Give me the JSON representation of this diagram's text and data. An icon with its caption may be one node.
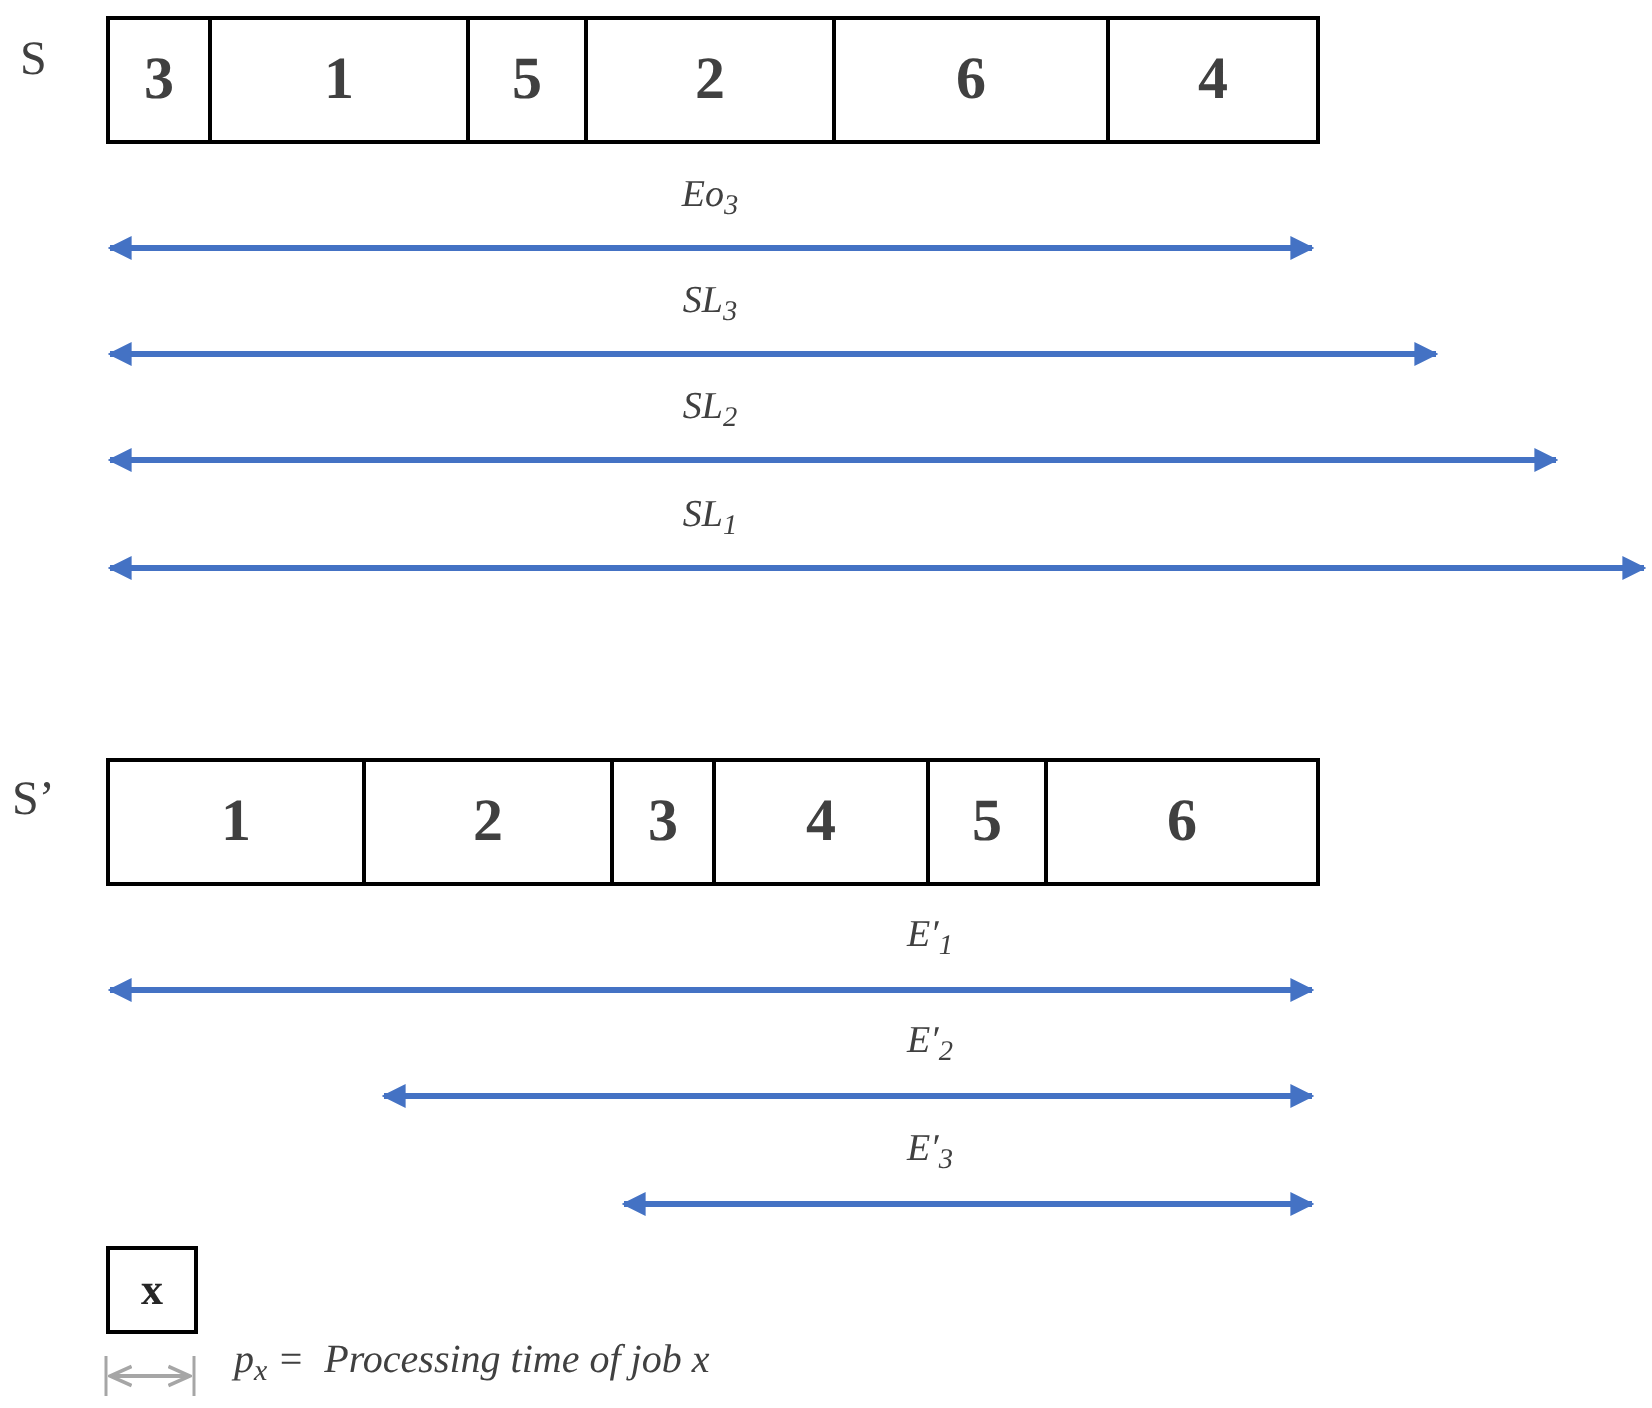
{
  "diagram": {
    "nodes": [
      {
        "text": [
          "3"
        ]
      },
      {
        "text": [
          "1"
        ]
      },
      {
        "text": [
          "5"
        ]
      },
      {
        "text": [
          "2"
        ]
      },
      {
        "text": [
          "6"
        ]
      },
      {
        "text": [
          "4"
        ]
      },
      {
        "text": [
          "1"
        ]
      },
      {
        "text": [
          "2"
        ]
      },
      {
        "text": [
          "3"
        ]
      },
      {
        "text": [
          "4"
        ]
      },
      {
        "text": [
          "5"
        ]
      },
      {
        "text": [
          "6"
        ]
      },
      {
        "text": [
          "x"
        ]
      }
    ],
    "edges": [],
    "labels": [
      "S",
      "Eo$_{3}$",
      "SL$_{3}$",
      "SL$_{2}$",
      "SL$_{1}$",
      "S’",
      "E′$_{1}$",
      "E′$_{2}$",
      "E′$_{3}$",
      "p$_{x}$ =  Processing time of job x"
    ]
  }
}
